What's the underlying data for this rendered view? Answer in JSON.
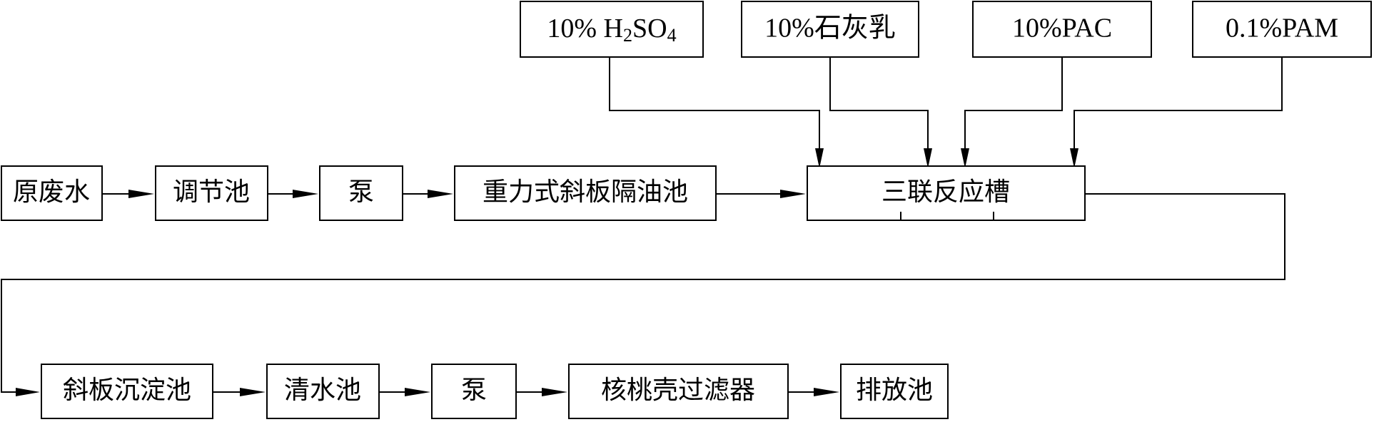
{
  "reagents": {
    "h2so4": {
      "prefix": "10% H",
      "sub1": "2",
      "mid": "SO",
      "sub2": "4"
    },
    "lime": "10%石灰乳",
    "pac": "10%PAC",
    "pam": "0.1%PAM"
  },
  "row1": {
    "raw_wastewater": "原废水",
    "equalization_tank": "调节池",
    "pump": "泵",
    "oil_separator": "重力式斜板隔油池",
    "reaction_tank": "三联反应槽"
  },
  "row2": {
    "sedimentation_tank": "斜板沉淀池",
    "clear_water_tank": "清水池",
    "pump": "泵",
    "walnut_filter": "核桃壳过滤器",
    "discharge_tank": "排放池"
  }
}
